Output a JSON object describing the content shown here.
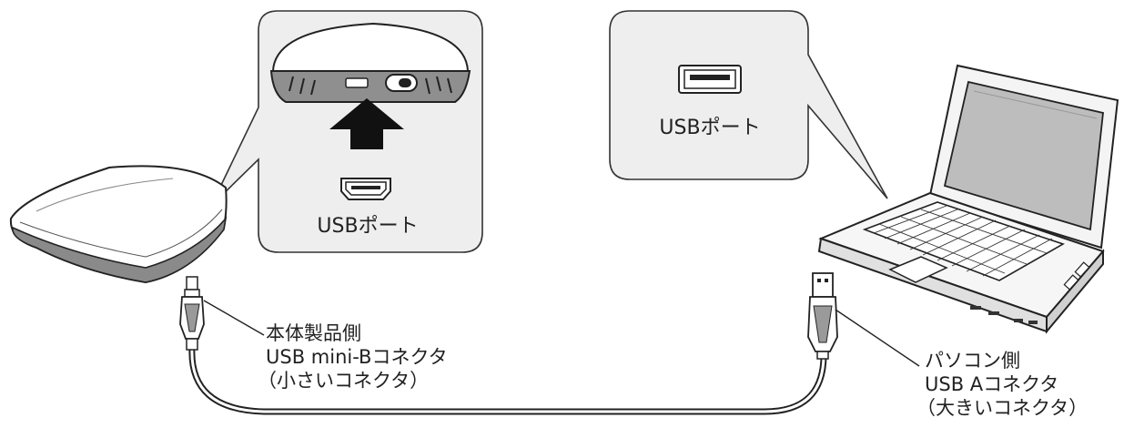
{
  "callouts": {
    "device": {
      "port_label": "USBポート"
    },
    "pc": {
      "port_label": "USBポート"
    }
  },
  "connectors": {
    "device_side": {
      "line1": "本体製品側",
      "line2": "USB mini-Bコネクタ",
      "line3": "（小さいコネクタ）"
    },
    "pc_side": {
      "line1": "パソコン側",
      "line2": "USB Aコネクタ",
      "line3": "（大きいコネクタ）"
    }
  }
}
